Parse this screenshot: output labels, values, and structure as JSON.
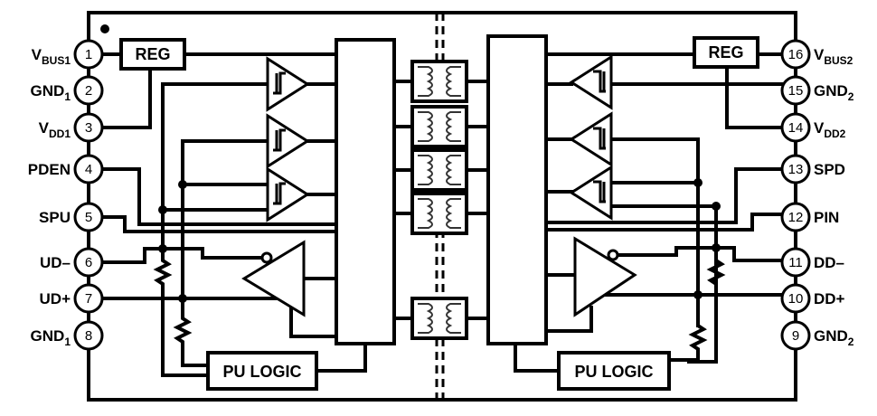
{
  "diagram": {
    "title": "USB isolator functional block diagram",
    "left_pins": [
      {
        "num": "1",
        "name": "V",
        "sub": "BUS1"
      },
      {
        "num": "2",
        "name": "GND",
        "sub": "1"
      },
      {
        "num": "3",
        "name": "V",
        "sub": "DD1"
      },
      {
        "num": "4",
        "name": "PDEN",
        "sub": ""
      },
      {
        "num": "5",
        "name": "SPU",
        "sub": ""
      },
      {
        "num": "6",
        "name": "UD–",
        "sub": ""
      },
      {
        "num": "7",
        "name": "UD+",
        "sub": ""
      },
      {
        "num": "8",
        "name": "GND",
        "sub": "1"
      }
    ],
    "right_pins": [
      {
        "num": "16",
        "name": "V",
        "sub": "BUS2"
      },
      {
        "num": "15",
        "name": "GND",
        "sub": "2"
      },
      {
        "num": "14",
        "name": "V",
        "sub": "DD2"
      },
      {
        "num": "13",
        "name": "SPD",
        "sub": ""
      },
      {
        "num": "12",
        "name": "PIN",
        "sub": ""
      },
      {
        "num": "11",
        "name": "DD–",
        "sub": ""
      },
      {
        "num": "10",
        "name": "DD+",
        "sub": ""
      },
      {
        "num": "9",
        "name": "GND",
        "sub": "2"
      }
    ],
    "blocks": {
      "reg_left": "REG",
      "reg_right": "REG",
      "pu_logic_left": "PU LOGIC",
      "pu_logic_right": "PU LOGIC"
    },
    "transformer_count": 5,
    "buffer_count_per_side": 3
  }
}
